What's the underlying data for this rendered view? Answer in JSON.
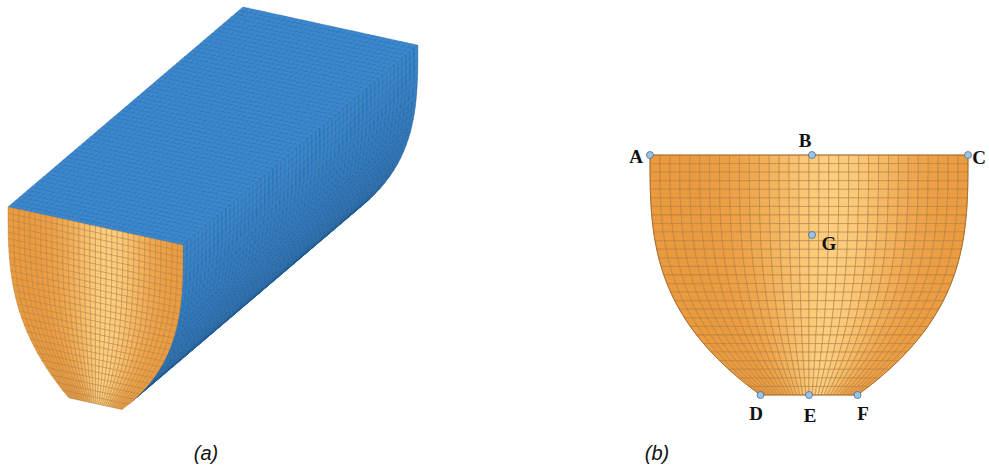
{
  "diagram": {
    "labels": [
      "A",
      "B",
      "C",
      "D",
      "E",
      "F",
      "G",
      "(a)",
      "(b)"
    ]
  }
}
